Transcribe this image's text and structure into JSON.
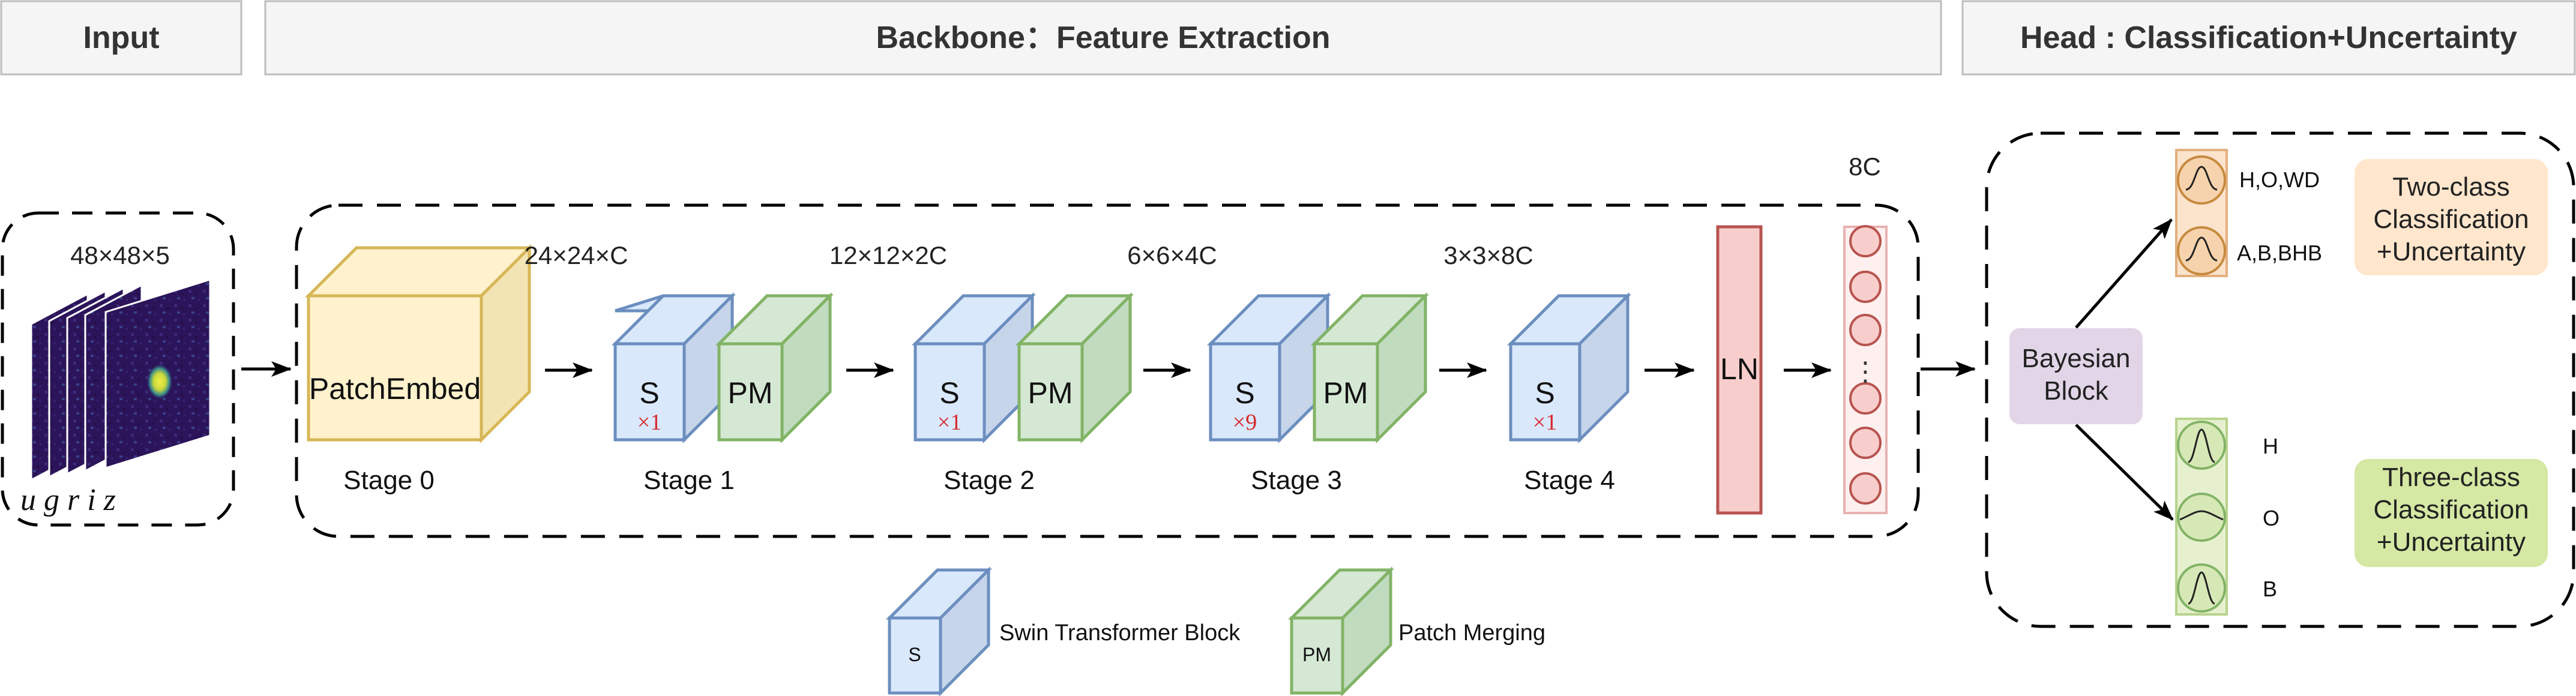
{
  "headers": {
    "input": "Input",
    "backbone": "Backbone：Feature Extraction",
    "head": "Head : Classification+Uncertainty"
  },
  "input": {
    "dims": "48×48×5",
    "bands": "u g r i z"
  },
  "backbone": {
    "patch_embed_label": "PatchEmbed",
    "stages": [
      {
        "label": "Stage 0",
        "dims": "24×24×C"
      },
      {
        "label": "Stage 1",
        "dims": "12×12×2C",
        "block": "S",
        "mult": "×1",
        "merge": "PM"
      },
      {
        "label": "Stage 2",
        "dims": "6×6×4C",
        "block": "S",
        "mult": "×1",
        "merge": "PM"
      },
      {
        "label": "Stage 3",
        "dims": "3×3×8C",
        "block": "S",
        "mult": "×9",
        "merge": "PM"
      },
      {
        "label": "Stage 4",
        "block": "S",
        "mult": "×1"
      }
    ],
    "ln_label": "LN",
    "feature_dim": "8C",
    "vector_ellipsis": "⋮"
  },
  "legend": {
    "swin_block": {
      "symbol": "S",
      "label": "Swin Transformer Block"
    },
    "patch_merging": {
      "symbol": "PM",
      "label": "Patch Merging"
    }
  },
  "head": {
    "bayesian_block": [
      "Bayesian",
      "Block"
    ],
    "two_class": {
      "classes": [
        "H,O,WD",
        "A,B,BHB"
      ],
      "title": [
        "Two-class",
        "Classification",
        "+Uncertainty"
      ]
    },
    "three_class": {
      "classes": [
        "H",
        "O",
        "B"
      ],
      "title": [
        "Three-class",
        "Classification",
        "+Uncertainty"
      ]
    }
  },
  "colors": {
    "patch_embed_fill": "#fff2cc",
    "patch_embed_stroke": "#d6b656",
    "swin_fill": "#dae8fc",
    "swin_stroke": "#6c8ebf",
    "merge_fill": "#d5e8d4",
    "merge_stroke": "#82b366",
    "ln_fill": "#f8cecc",
    "ln_stroke": "#b85450",
    "bayes_fill": "#e1d5e7",
    "two_class_fill": "#ffe6cc",
    "three_class_fill": "#d5e8d4",
    "multiplier": "#d6282b"
  }
}
